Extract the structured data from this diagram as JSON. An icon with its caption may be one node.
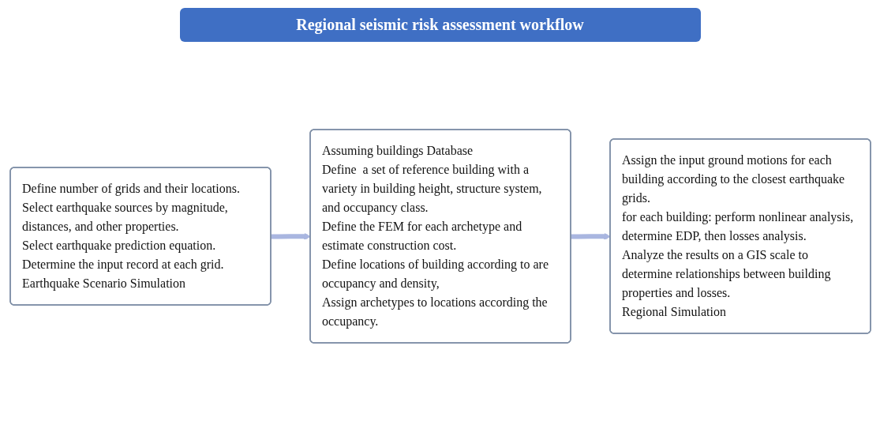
{
  "diagram": {
    "title": "Regional seismic risk assessment workflow",
    "nodes": [
      {
        "text": [
          "Define number of grids and their locations.",
          "Select earthquake sources by magnitude, distances, and other properties.",
          "Select earthquake prediction equation.",
          "Determine the input record at each grid.",
          "Earthquake Scenario Simulation"
        ]
      },
      {
        "text": [
          "Assuming buildings Database",
          "Define  a set of reference building with a variety in building height, structure system, and occupancy class.",
          "Define the FEM for each archetype and estimate construction cost.",
          "Define locations of building according to are occupancy and density,",
          "Assign archetypes to locations according the occupancy."
        ]
      },
      {
        "text": [
          "Assign the input ground motions for each building according to the closest earthquake grids.",
          "for each building: perform nonlinear analysis, determine EDP, then losses analysis.",
          "Analyze the results on a GIS scale to determine relationships between building properties and losses.",
          "Regional Simulation"
        ]
      }
    ],
    "edges": [
      {
        "from": 0,
        "to": 1,
        "arrow": "to"
      },
      {
        "from": 1,
        "to": 2,
        "arrow": "to"
      }
    ]
  }
}
